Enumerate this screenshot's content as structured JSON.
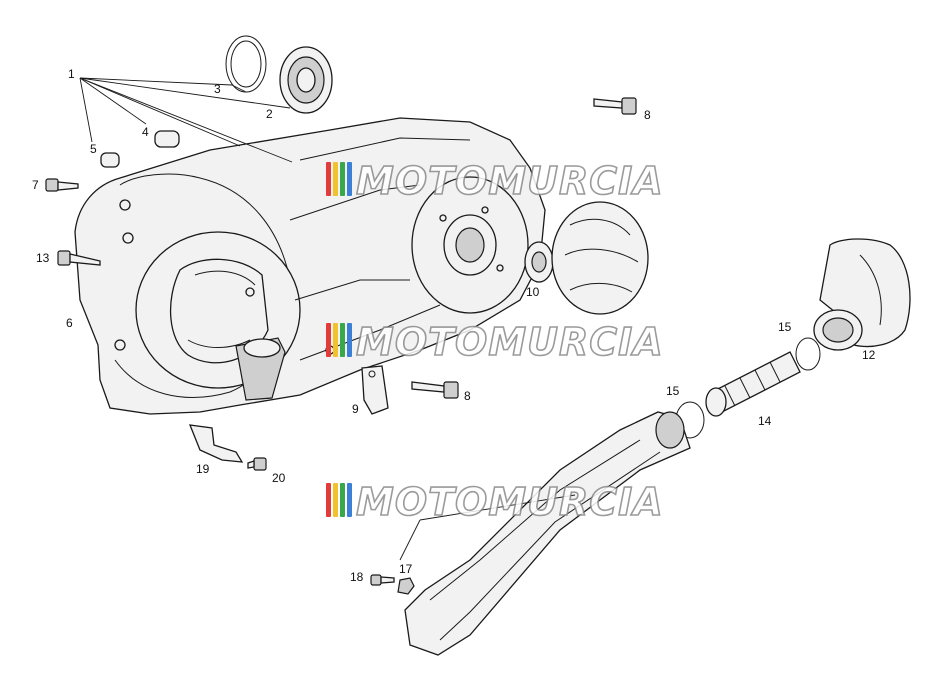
{
  "callouts": {
    "c1": "1",
    "c2": "2",
    "c3": "3",
    "c4": "4",
    "c5": "5",
    "c6": "6",
    "c7": "7",
    "c8a": "8",
    "c8b": "8",
    "c9": "9",
    "c10": "10",
    "c12": "12",
    "c13": "13",
    "c14": "14",
    "c15a": "15",
    "c15b": "15",
    "c17": "17",
    "c18": "18",
    "c19": "19",
    "c20": "20"
  },
  "watermark": {
    "text": "MOTOMURCIA",
    "stripe_colors": [
      "#e23b3b",
      "#f2c12e",
      "#3aa84a",
      "#3b7fd6"
    ]
  }
}
